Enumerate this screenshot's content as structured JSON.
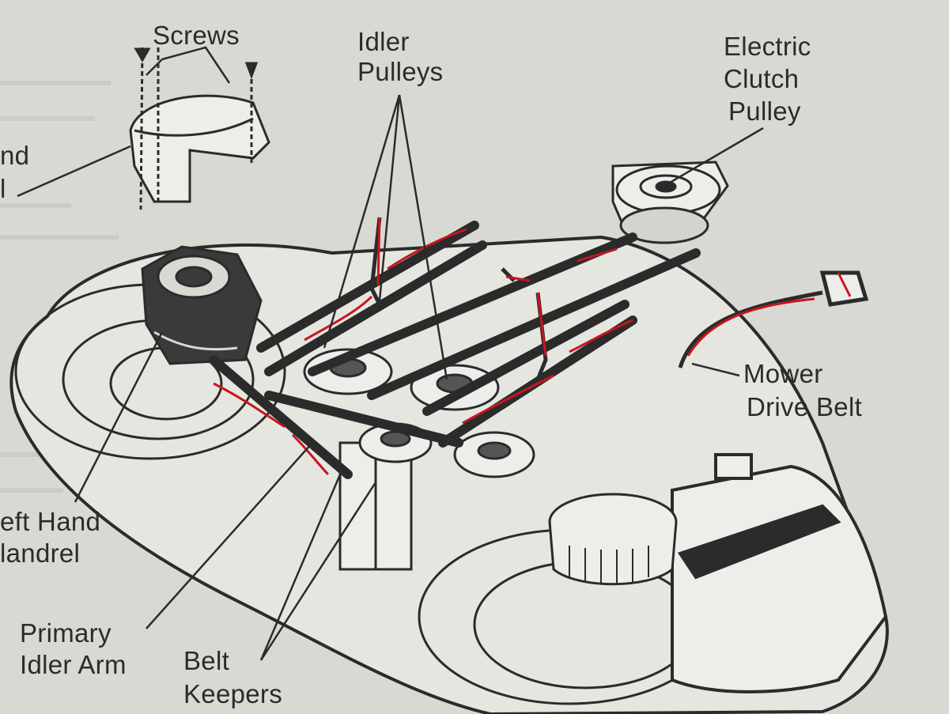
{
  "colors": {
    "paper": "#d9d9d4",
    "ink": "#2b2b2b",
    "highlight": "#c8161d",
    "deck_fill": "#e6e6e1"
  },
  "labels": {
    "screws": "Screws",
    "idler_pulleys": [
      "Idler",
      "Pulleys"
    ],
    "electric_clutch_pulley": [
      "Electric",
      "Clutch",
      "Pulley"
    ],
    "right_hand_partial": [
      "nd",
      "l"
    ],
    "mower_drive_belt": [
      "Mower",
      "Drive Belt"
    ],
    "left_hand_mandrel": [
      "eft Hand",
      "landrel"
    ],
    "primary_idler_arm": [
      "Primary",
      "Idler Arm"
    ],
    "belt_keepers": [
      "Belt",
      "Keepers"
    ]
  }
}
